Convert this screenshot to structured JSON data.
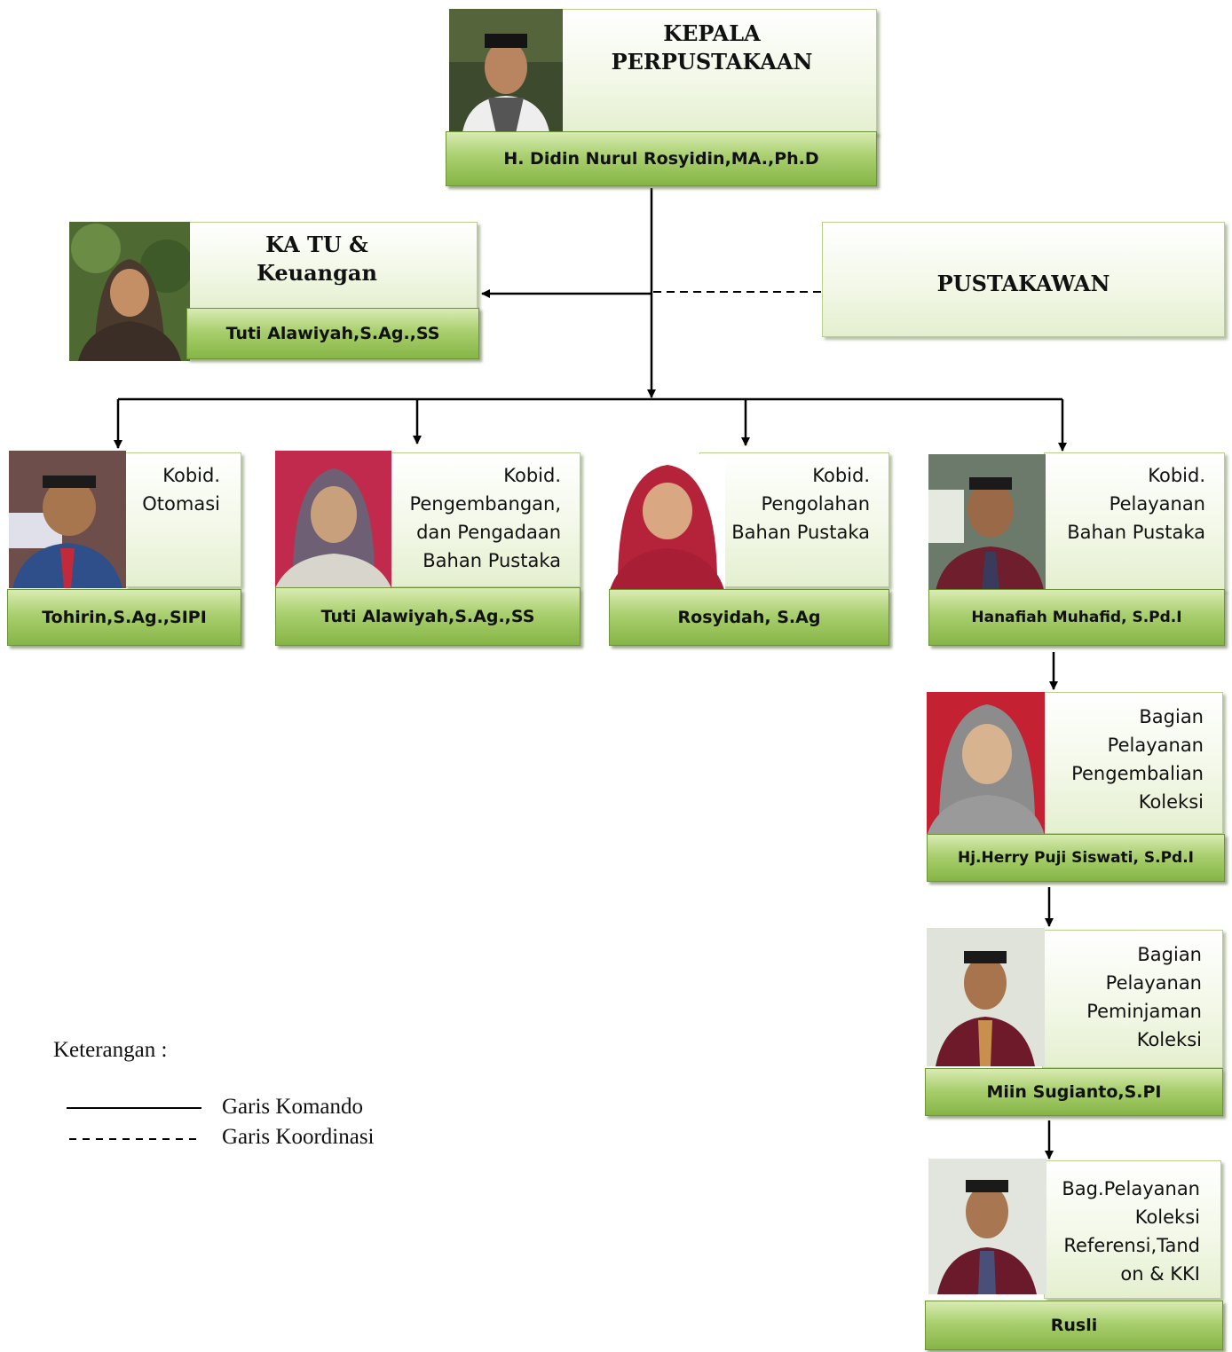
{
  "head": {
    "title": "KEPALA\nPERPUSTAKAAN",
    "name": "H. Didin Nurul Rosyidin,MA.,Ph.D"
  },
  "tu": {
    "title": "KA TU &\nKeuangan",
    "name": "Tuti Alawiyah,S.Ag.,SS"
  },
  "pustakawan": {
    "title": "PUSTAKAWAN"
  },
  "kobid": [
    {
      "role": "Kobid.\nOtomasi",
      "name": "Tohirin,S.Ag.,SIPI"
    },
    {
      "role": "Kobid.\nPengembangan,\ndan Pengadaan\nBahan Pustaka",
      "name": "Tuti Alawiyah,S.Ag.,SS"
    },
    {
      "role": "Kobid.\nPengolahan\nBahan Pustaka",
      "name": "Rosyidah, S.Ag"
    },
    {
      "role": "Kobid.\nPelayanan\nBahan Pustaka",
      "name": "Hanafiah Muhafid, S.Pd.I"
    }
  ],
  "bagian": [
    {
      "role": "Bagian\nPelayanan\nPengembalian\nKoleksi",
      "name": "Hj.Herry Puji Siswati, S.Pd.I"
    },
    {
      "role": "Bagian\nPelayanan\nPeminjaman\nKoleksi",
      "name": "Miin Sugianto,S.PI"
    },
    {
      "role": "Bag.Pelayanan\nKoleksi\nReferensi,Tand\non & KKI",
      "name": "Rusli"
    }
  ],
  "legend": {
    "title": "Keterangan :",
    "command": "Garis Komando",
    "coordination": "Garis Koordinasi"
  },
  "colors": {
    "name_bar": "#9ac85a",
    "box_border": "#b7cf8a",
    "line": "#000000"
  }
}
